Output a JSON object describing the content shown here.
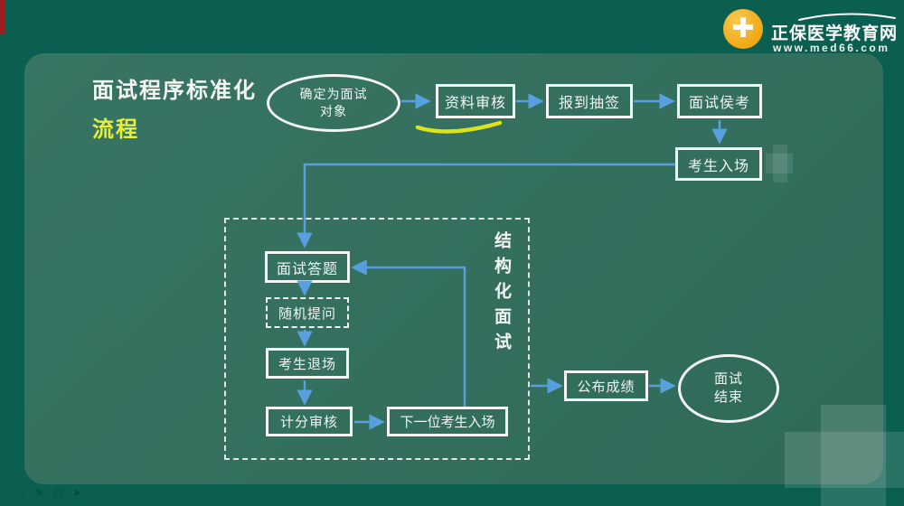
{
  "brand": {
    "name": "正保医学教育网",
    "url": "www.med66.com",
    "logo_color": "#f2a816"
  },
  "page_title": {
    "line1": "面试程序标准化",
    "line2": "流程"
  },
  "flowchart": {
    "start": {
      "line1": "确定为面试",
      "line2": "对象"
    },
    "top_steps": [
      {
        "label": "资料审核"
      },
      {
        "label": "报到抽签"
      },
      {
        "label": "面试侯考"
      }
    ],
    "entry": {
      "label": "考生入场"
    },
    "structured_group": {
      "vertical_label": "结构化面试",
      "answer": "面试答题",
      "random_question": "随机提问",
      "exit": "考生退场",
      "scoring": "计分审核",
      "next_candidate": "下一位考生入场"
    },
    "publish": {
      "label": "公布成绩"
    },
    "end": {
      "line1": "面试",
      "line2": "结束"
    }
  },
  "icons": {
    "logo_cross": "✚",
    "dash": "–",
    "pen": "✎",
    "square": "▢",
    "cursor": "➤"
  },
  "colors": {
    "background": "#0a5f50",
    "panel": "#346f5e",
    "arrow_blue": "#57a0dd",
    "accent_yellow": "#e9ef33",
    "underline_yellow": "#dce31a",
    "node_border": "#f3f5f2",
    "red_strip": "#9c1c22"
  }
}
